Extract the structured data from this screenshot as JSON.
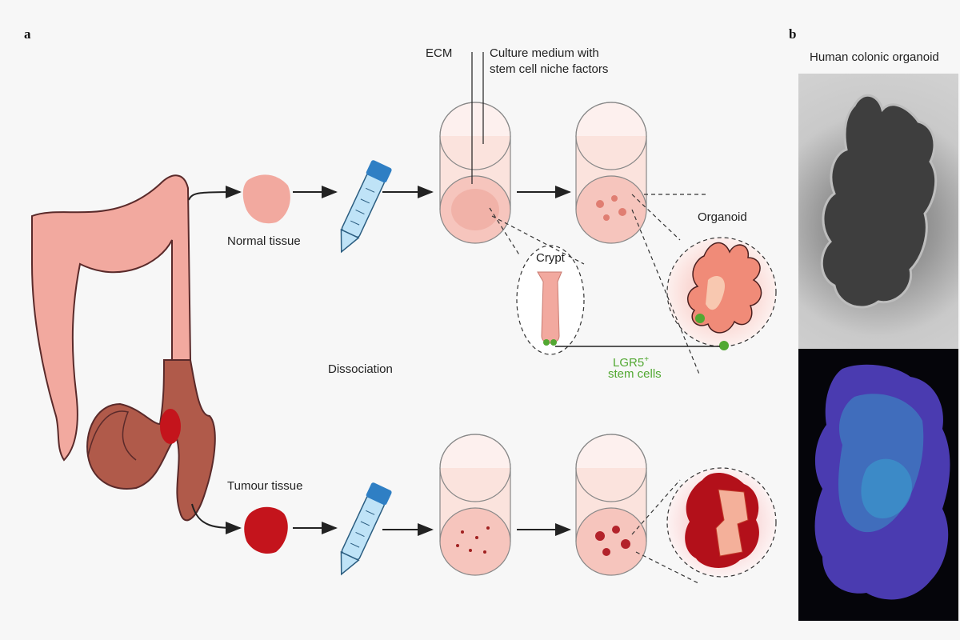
{
  "panel_a": {
    "letter": "a",
    "ecm_label": "ECM",
    "culture_medium_line1": "Culture medium with",
    "culture_medium_line2": "stem cell niche factors",
    "normal_tissue_label": "Normal tissue",
    "tumour_tissue_label": "Tumour tissue",
    "dissociation_label": "Dissociation",
    "crypt_label": "Crypt",
    "organoid_label": "Organoid",
    "lgr5_label": "LGR5",
    "lgr5_sup": "+",
    "stem_cells_label": "stem cells"
  },
  "panel_b": {
    "letter": "b",
    "title": "Human colonic organoid"
  },
  "colors": {
    "tissue_pink": "#f2a99f",
    "tumour_red": "#c4141c",
    "stem_green": "#52a832",
    "dish_fill": "#fbe3dd",
    "tube_blue": "#2f7fc4"
  }
}
